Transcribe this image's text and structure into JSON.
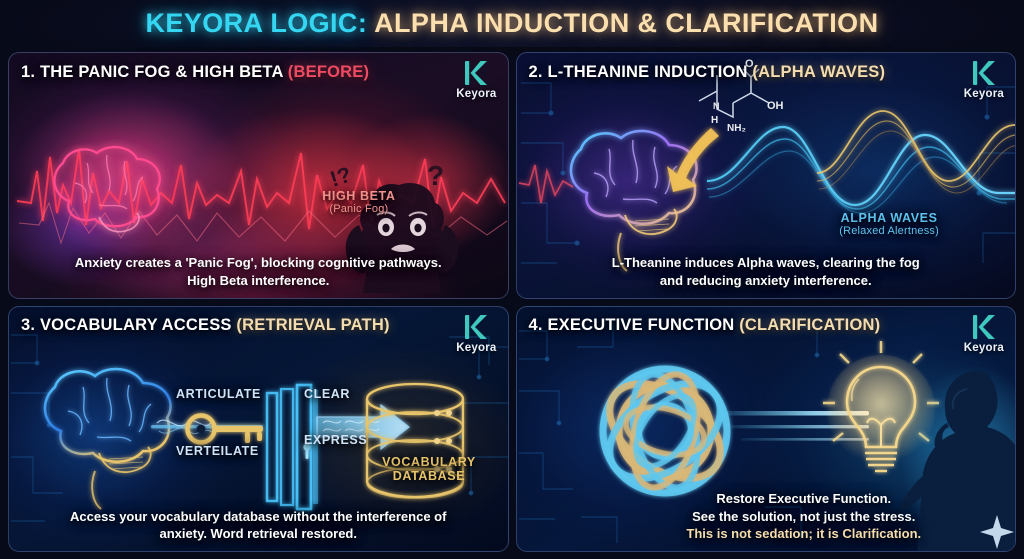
{
  "header": {
    "title_cyan": "KEYORA LOGIC:",
    "title_cream": "ALPHA INDUCTION & CLARIFICATION"
  },
  "brand": {
    "name": "Keyora",
    "mark_icon": "keyora-k-logo-icon",
    "mark_color": "#3fc8bd"
  },
  "colors": {
    "background": "#070a18",
    "cyan": "#34d6f2",
    "cream": "#fbdfae",
    "red_accent": "#ef4a63",
    "gold_accent": "#f3ddb0",
    "alpha_blue": "#5fc4ef",
    "high_beta_pink": "#f1948d",
    "gold": "#e8c46a"
  },
  "panels": [
    {
      "id": "panic-fog",
      "number": "1.",
      "title_main": "THE PANIC FOG & HIGH BETA",
      "title_accent": "(BEFORE)",
      "accent_kind": "red",
      "labels": [
        {
          "main": "HIGH BETA",
          "sub": "(Panic Fog)",
          "color": "#f1948d"
        }
      ],
      "caption_lines": [
        "Anxiety creates a 'Panic Fog', blocking cognitive pathways.",
        "High Beta interference."
      ],
      "caption_gold_lines": [],
      "art": {
        "brain_icon": "glowing-brain-icon",
        "brain_color": "#ff4d8f",
        "wave_icon": "chaotic-ekg-wave-icon",
        "wave_color": "#ff3355",
        "figure_icon": "anxious-person-silhouette-icon",
        "marks": [
          "?",
          "!?"
        ]
      }
    },
    {
      "id": "l-theanine-induction",
      "number": "2.",
      "title_main": "L-THEANINE INDUCTION",
      "title_accent": "(ALPHA WAVES)",
      "accent_kind": "gold",
      "labels": [
        {
          "main": "ALPHA WAVES",
          "sub": "(Relaxed Alertness)",
          "color": "#5fc4ef"
        }
      ],
      "caption_lines": [
        "L-Theanine induces Alpha waves, clearing the fog",
        "and reducing anxiety interference."
      ],
      "caption_gold_lines": [],
      "art": {
        "brain_icon": "glowing-brain-icon",
        "brain_color": "#9b6cf0",
        "arrow_icon": "gold-down-arrow-icon",
        "molecule_icon": "l-theanine-molecule-icon",
        "molecule_atoms": [
          "O",
          "OH",
          "NH",
          "NH",
          "H",
          "N"
        ],
        "wave_icon": "smooth-alpha-wave-icon",
        "wave_colors": [
          "#4ec8f0",
          "#e8c46a"
        ]
      }
    },
    {
      "id": "vocabulary-access",
      "number": "3.",
      "title_main": "VOCABULARY ACCESS",
      "title_accent": "(RETRIEVAL PATH)",
      "accent_kind": "gold",
      "labels": [
        {
          "main": "ARTICULATE",
          "sub": "",
          "color": "#cfe3f7"
        },
        {
          "main": "VERTEILATE",
          "sub": "",
          "color": "#cfe3f7"
        },
        {
          "main": "CLEAR",
          "sub": "",
          "color": "#cfe3f7"
        },
        {
          "main": "EXPRESS",
          "sub": "",
          "color": "#cfe3f7"
        },
        {
          "main": "VOCABULARY",
          "sub": "DATABASE",
          "color": "#e8c46a"
        }
      ],
      "caption_lines": [
        "Access your vocabulary database without the interference of",
        "anxiety. Word retrieval restored."
      ],
      "caption_gold_lines": [],
      "art": {
        "brain_icon": "glowing-brain-icon",
        "brain_color": "#3fa6ff",
        "key_icon": "gold-key-icon",
        "door_icon": "open-door-portal-icon",
        "arrow_icon": "right-arrow-icon",
        "database_icon": "database-cylinder-icon",
        "circuit_icon": "circuit-trace-icon"
      }
    },
    {
      "id": "executive-function",
      "number": "4.",
      "title_main": "EXECUTIVE FUNCTION",
      "title_accent": "(CLARIFICATION)",
      "accent_kind": "gold",
      "labels": [],
      "caption_lines": [
        "Restore Executive Function.",
        "See the solution, not just the stress."
      ],
      "caption_gold_lines": [
        "This is not sedation; it is Clarification."
      ],
      "art": {
        "knot_icon": "tangled-knot-icon",
        "knot_colors": [
          "#5ec8f0",
          "#d9b878"
        ],
        "beam_icon": "light-beam-icon",
        "bulb_icon": "lightbulb-idea-icon",
        "bulb_color": "#f2d58a",
        "figure_icon": "pointing-person-silhouette-icon",
        "sparkle_icon": "sparkle-icon"
      }
    }
  ]
}
